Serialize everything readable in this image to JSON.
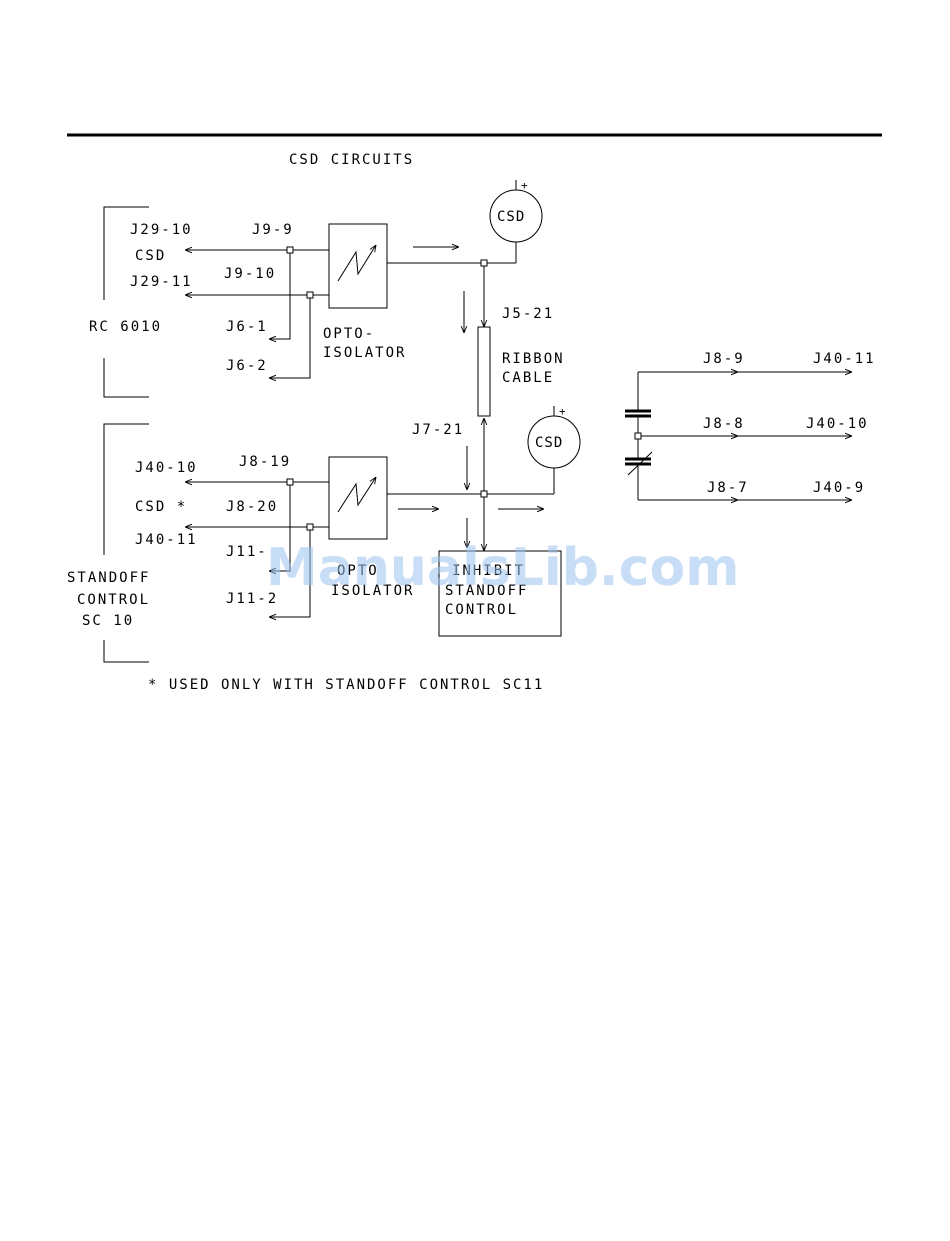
{
  "title": "CSD CIRCUITS",
  "blocks": {
    "rc6010": "RC 6010",
    "standoff_line1": "STANDOFF",
    "standoff_line2": "CONTROL",
    "standoff_line3": "SC 10",
    "opto1_line1": "OPTO-",
    "opto1_line2": "ISOLATOR",
    "opto2_line1": "OPTO",
    "opto2_line2": "ISOLATOR",
    "ribbon_line1": "RIBBON",
    "ribbon_line2": "CABLE",
    "inhibit_line1": "INHIBIT",
    "inhibit_line2": "STANDOFF",
    "inhibit_line3": "CONTROL",
    "csd_top": "CSD",
    "csd_bottom": "CSD",
    "plus_top": "+",
    "plus_bottom": "+"
  },
  "labels": {
    "j29_10": "J29-10",
    "csd_in1": "CSD",
    "j29_11": "J29-11",
    "j9_9": "J9-9",
    "j9_10": "J9-10",
    "j6_1": "J6-1",
    "j6_2": "J6-2",
    "j5_21": "J5-21",
    "j7_21": "J7-21",
    "j40_10_in": "J40-10",
    "csd_in2": "CSD *",
    "j40_11_in": "J40-11",
    "j8_19": "J8-19",
    "j8_20": "J8-20",
    "j11_1": "J11-",
    "j11_2": "J11-2",
    "j8_9": "J8-9",
    "j8_8": "J8-8",
    "j8_7": "J8-7",
    "j40_11_out": "J40-11",
    "j40_10_out": "J40-10",
    "j40_9_out": "J40-9"
  },
  "footnote": "* USED ONLY WITH STANDOFF CONTROL SC11",
  "watermark": "ManualsLib.com"
}
